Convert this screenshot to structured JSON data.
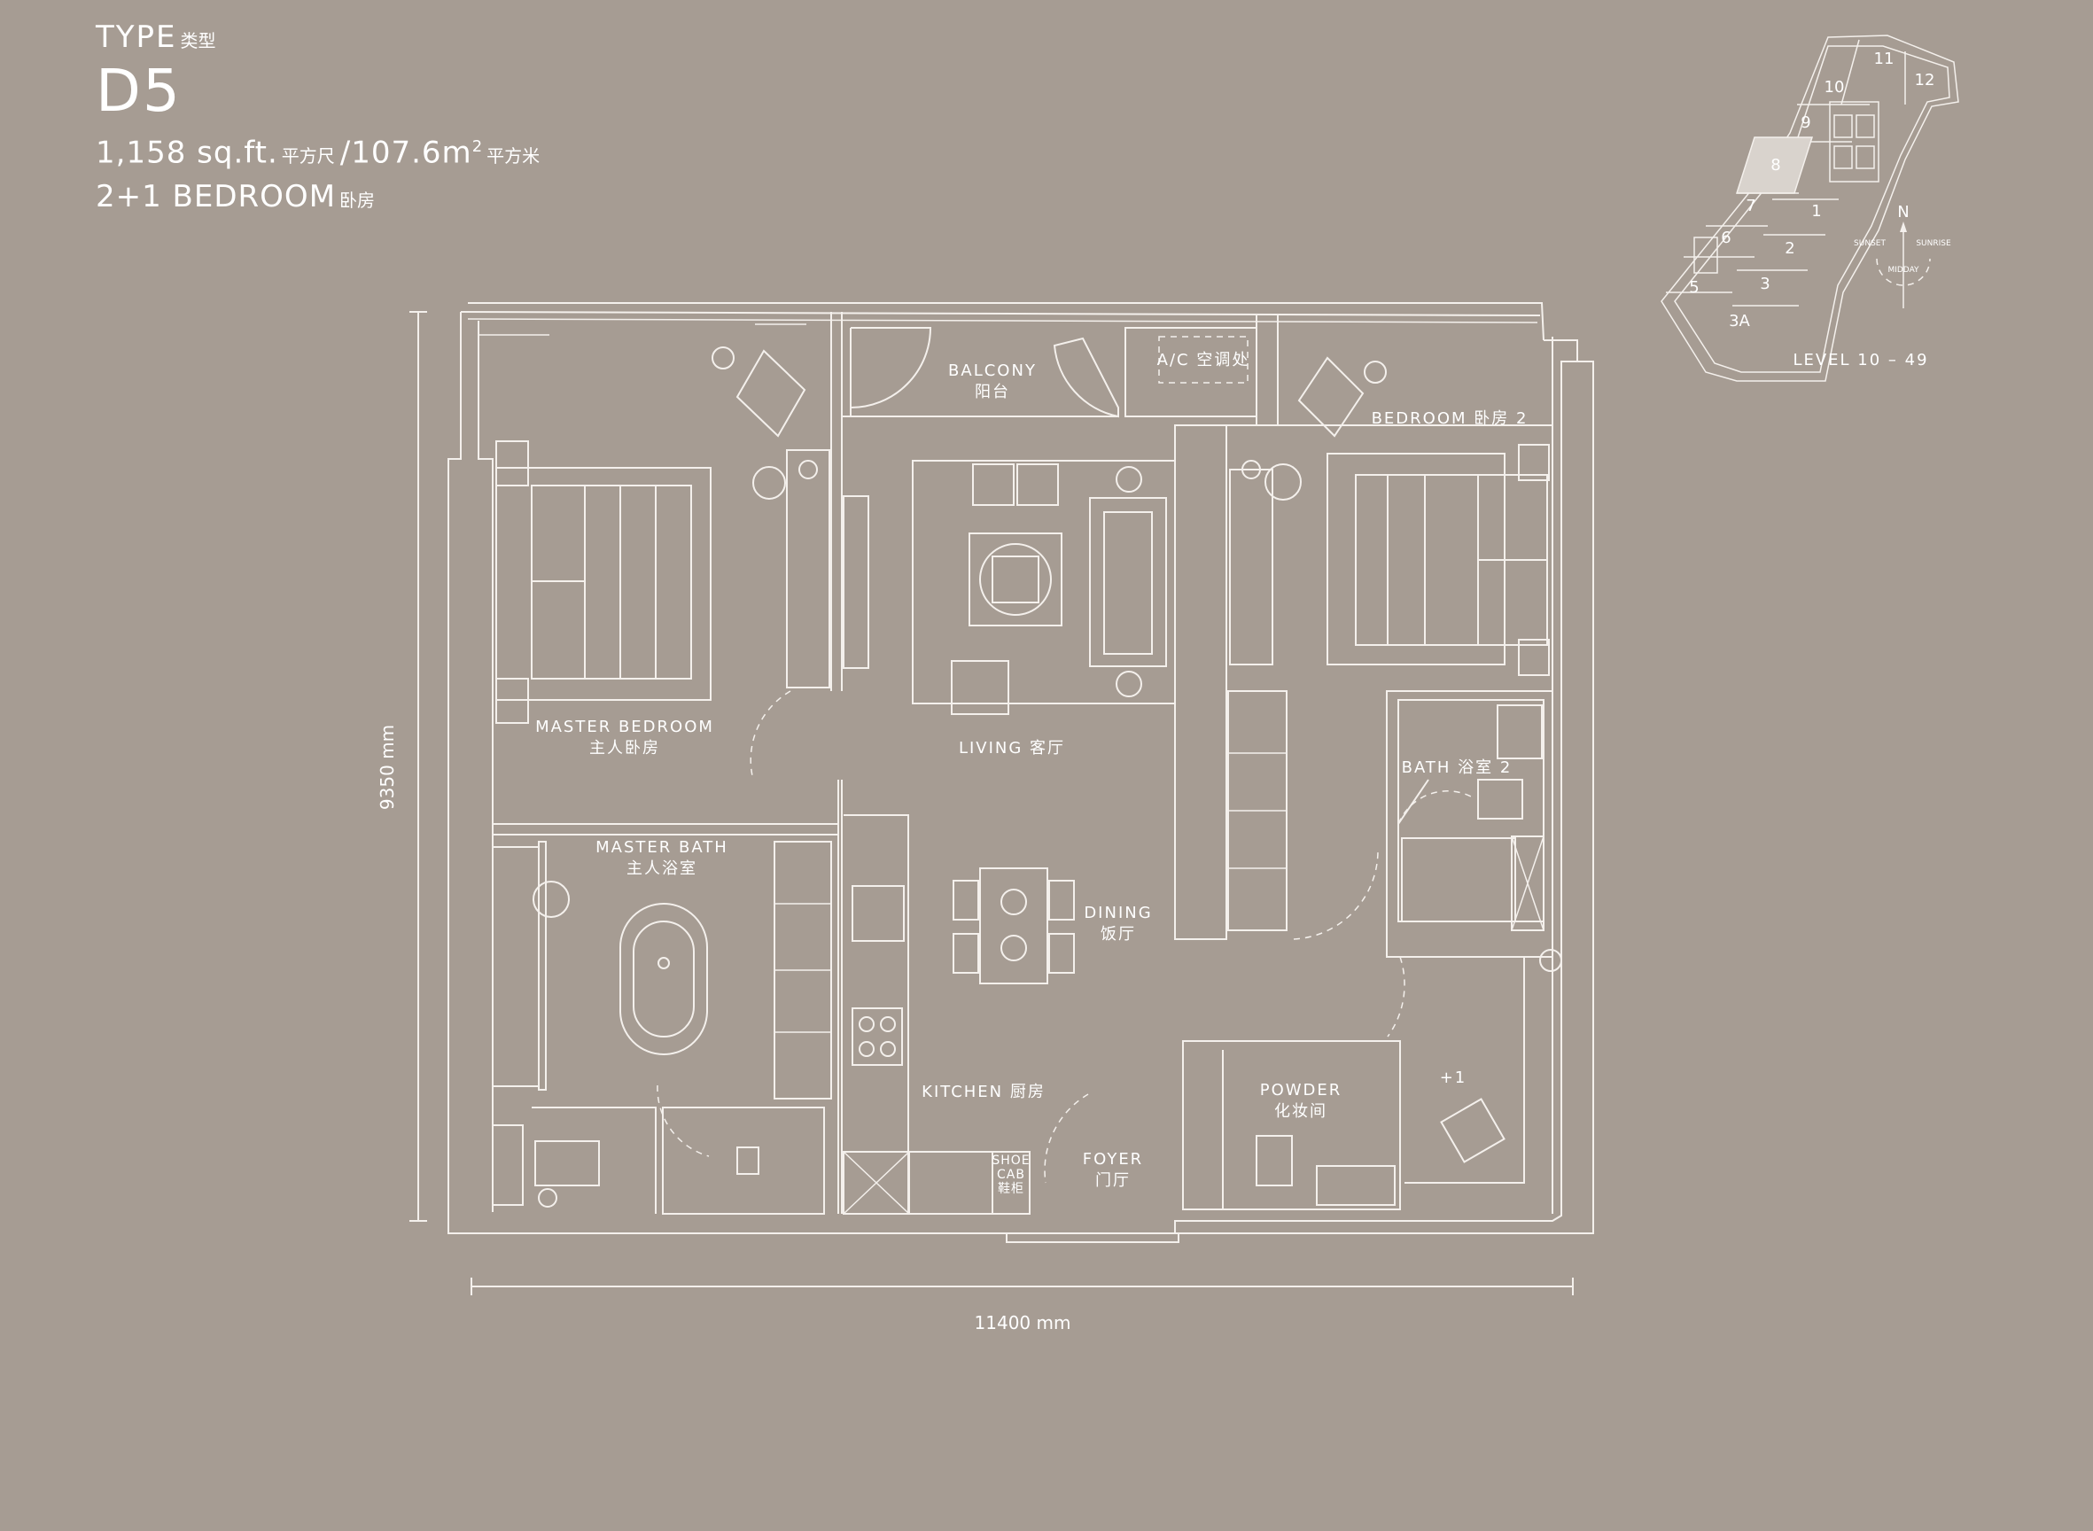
{
  "header": {
    "type_label": "TYPE",
    "type_label_cn": "类型",
    "unit_code": "D5",
    "area_sqft": "1,158 sq.ft.",
    "area_sqft_cn": "平方尺",
    "area_sqm": "/107.6m",
    "area_sqm_sup": "2",
    "area_sqm_cn": "平方米",
    "bedrooms": "2+1 BEDROOM",
    "bedrooms_cn": "卧房"
  },
  "rooms": {
    "balcony": "BALCONY",
    "balcony_cn": "阳台",
    "ac": "A/C 空调处",
    "bedroom2": "BEDROOM 卧房 2",
    "master_bedroom": "MASTER BEDROOM",
    "master_bedroom_cn": "主人卧房",
    "living": "LIVING 客厅",
    "bath2": "BATH 浴室 2",
    "master_bath": "MASTER BATH",
    "master_bath_cn": "主人浴室",
    "dining": "DINING",
    "dining_cn": "饭厅",
    "kitchen": "KITCHEN 厨房",
    "powder": "POWDER",
    "powder_cn": "化妆间",
    "plus_one": "+1",
    "shoe_cab_1": "SHOE",
    "shoe_cab_2": "CAB",
    "shoe_cab_cn": "鞋柜",
    "foyer": "FOYER",
    "foyer_cn": "门厅"
  },
  "dimensions": {
    "height": "9350 mm",
    "width": "11400 mm"
  },
  "key_plan": {
    "units": [
      "11",
      "12",
      "10",
      "9",
      "8",
      "7",
      "1",
      "6",
      "2",
      "5",
      "3",
      "3A"
    ],
    "highlighted_unit": "8",
    "compass_north": "N",
    "sunset": "SUNSET",
    "sunrise": "SUNRISE",
    "midday": "MIDDAY",
    "level": "LEVEL 10 – 49"
  },
  "colors": {
    "background": "#a69c93",
    "line": "#f4f0ec",
    "highlight": "#d9d3cd"
  }
}
